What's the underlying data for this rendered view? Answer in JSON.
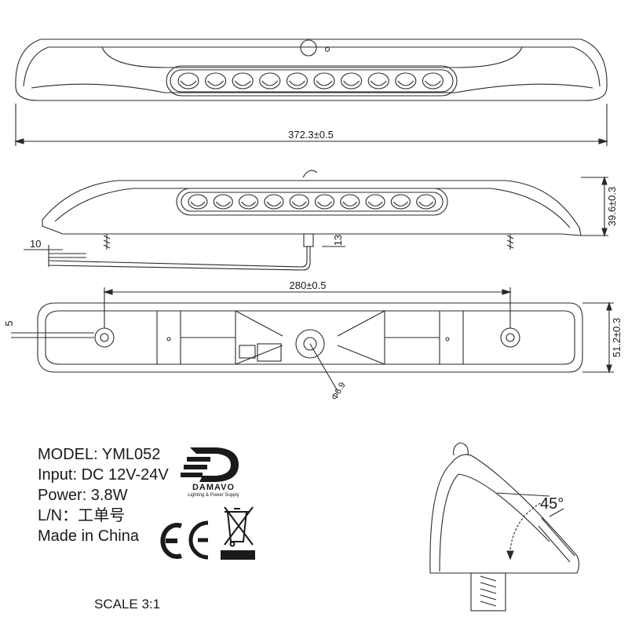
{
  "dimensions": {
    "top_length": "372.3±0.5",
    "side_height": "39.6±0.3",
    "side_lead": "10",
    "side_stem": "13",
    "bottom_spacing": "280±0.5",
    "bottom_height": "51.2±0.3",
    "bottom_offset": "5",
    "hole_dia": "Φ6.9"
  },
  "specs": {
    "model": "MODEL: YML052",
    "input": "Input: DC 12V-24V",
    "power": "Power: 3.8W",
    "ln": "L/N：工单号",
    "origin": "Made in China"
  },
  "brand": {
    "name": "DAMAVO",
    "tagline": "Lighting & Power Supply"
  },
  "angle_label": "45°",
  "scale_label": "SCALE 3:1",
  "icons": [
    "uk-ca-mark-icon",
    "ce-mark-icon",
    "weee-crossed-bin-icon"
  ],
  "colors": {
    "line": "#2a2a2a",
    "background": "#ffffff"
  }
}
